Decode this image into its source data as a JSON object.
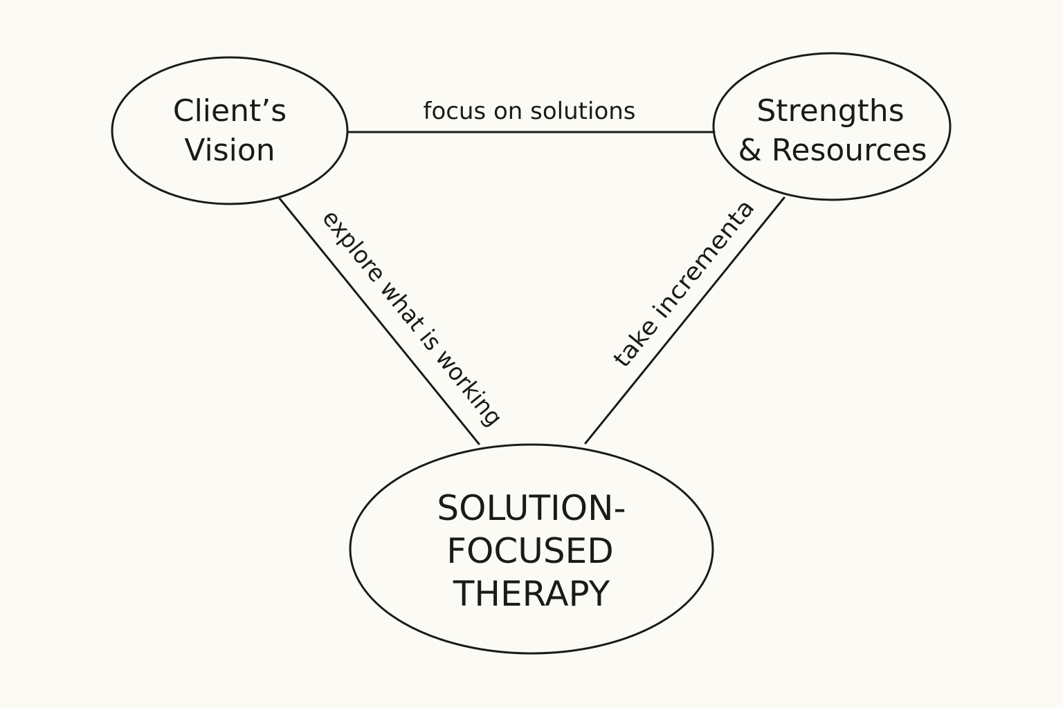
{
  "diagram": {
    "nodes": {
      "clients_vision": {
        "line1": "Client’s",
        "line2": "Vision"
      },
      "strengths": {
        "line1": "Strengths",
        "line2": "& Resources"
      },
      "center": {
        "line1": "SOLUTION-",
        "line2": "FOCUSED",
        "line3": "THERAPY"
      }
    },
    "edges": {
      "top": "focus on solutions",
      "left": "explore what is working",
      "right": "take incrementa"
    }
  },
  "colors": {
    "background": "#fbfaf5",
    "stroke": "#1a1a1a"
  }
}
